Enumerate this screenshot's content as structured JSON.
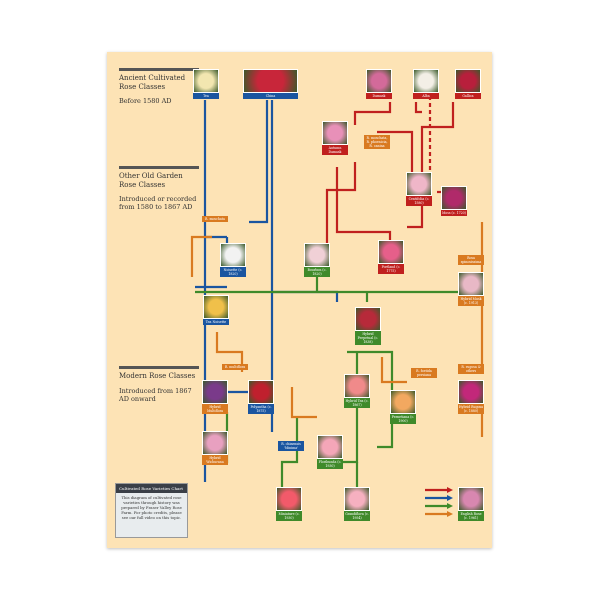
{
  "eras": [
    {
      "title": "Ancient Cultivated Rose Classes",
      "sub": "Before 1580 AD"
    },
    {
      "title": "Other Old Garden Rose Classes",
      "sub": "Introduced or recorded from 1580 to 1867 AD"
    },
    {
      "title": "Modern Rose Classes",
      "sub": "Introduced from 1867 AD onward"
    }
  ],
  "nodes": [
    {
      "id": "tea",
      "label": "Tea",
      "color": "#f2e6b0"
    },
    {
      "id": "china",
      "label": "China",
      "color": "#c8263a"
    },
    {
      "id": "damask",
      "label": "Damask",
      "color": "#d36a9a"
    },
    {
      "id": "alba",
      "label": "Alba",
      "color": "#f3efe6"
    },
    {
      "id": "gallica",
      "label": "Gallica",
      "color": "#b81f3c"
    },
    {
      "id": "autumn-damask",
      "label": "Autumn Damask",
      "color": "#e890b8"
    },
    {
      "id": "centifolia",
      "label": "Centifolia (c. 1580)",
      "color": "#efb6c8"
    },
    {
      "id": "moss",
      "label": "Moss (c. 1720)",
      "color": "#b02a6a"
    },
    {
      "id": "noisette",
      "label": "Noisette (c. 1820)",
      "color": "#f2f2f2"
    },
    {
      "id": "bourbon",
      "label": "Bourbon (c. 1820)",
      "color": "#f0d0d6"
    },
    {
      "id": "portland",
      "label": "Portland (c. 1775)",
      "color": "#e65f8a"
    },
    {
      "id": "hybrid-musk",
      "label": "Hybrid Musk (c. 1913)",
      "color": "#e8b8c6"
    },
    {
      "id": "tea-noisette",
      "label": "Tea Noisette",
      "color": "#f0c04a"
    },
    {
      "id": "hybrid-perpetual",
      "label": "Hybrid Perpetual (c. 1838)",
      "color": "#b72a3a"
    },
    {
      "id": "hybrid-multiflora",
      "label": "Hybrid Multiflora",
      "color": "#7a3a8a"
    },
    {
      "id": "polyantha",
      "label": "Polyantha (c. 1875)",
      "color": "#c0202e"
    },
    {
      "id": "hybrid-tea",
      "label": "Hybrid Tea (c. 1867)",
      "color": "#f08a8a"
    },
    {
      "id": "pernetiana",
      "label": "Pernetiana (c. 1900)",
      "color": "#f2a860"
    },
    {
      "id": "hybrid-rugosa",
      "label": "Hybrid Rugosa (c. 1880)",
      "color": "#c2287a"
    },
    {
      "id": "hybrid-wichurana",
      "label": "Hybrid Wichurana",
      "color": "#e8a0c0"
    },
    {
      "id": "floribunda",
      "label": "Floribunda (c. 1930)",
      "color": "#f4a6b8"
    },
    {
      "id": "miniature",
      "label": "Miniature (c. 1930)",
      "color": "#f25a6a"
    },
    {
      "id": "grandiflora",
      "label": "Grandiflora (c. 1954)",
      "color": "#f6b0c0"
    },
    {
      "id": "english",
      "label": "English Rose (c. 1961)",
      "color": "#d887b0"
    }
  ],
  "species": [
    {
      "id": "r-moschata",
      "label": "R. moschata"
    },
    {
      "id": "r-moschata-group",
      "label": "R. moschata, R. phoenicia, R. canina"
    },
    {
      "id": "r-spinosissima",
      "label": "Rosa spinosissima"
    },
    {
      "id": "r-multiflora",
      "label": "R. multiflora"
    },
    {
      "id": "r-foetida",
      "label": "R. foetida persiana"
    },
    {
      "id": "r-rugosa",
      "label": "R. rugosa & others"
    },
    {
      "id": "r-chinensis",
      "label": "R. chinensis 'Minima'"
    }
  ],
  "info": {
    "title": "Cultivated Rose Varieties Chart",
    "text": "This diagram of cultivated rose varieties through history was prepared by Fraser Valley Rose Farm. For photo credits, please see our full video on this topic."
  },
  "colors": {
    "poster_bg": "#fde3b5",
    "red": "#c0201e",
    "blue": "#1a55a0",
    "green": "#3f8a2a",
    "orange": "#d97a20"
  }
}
